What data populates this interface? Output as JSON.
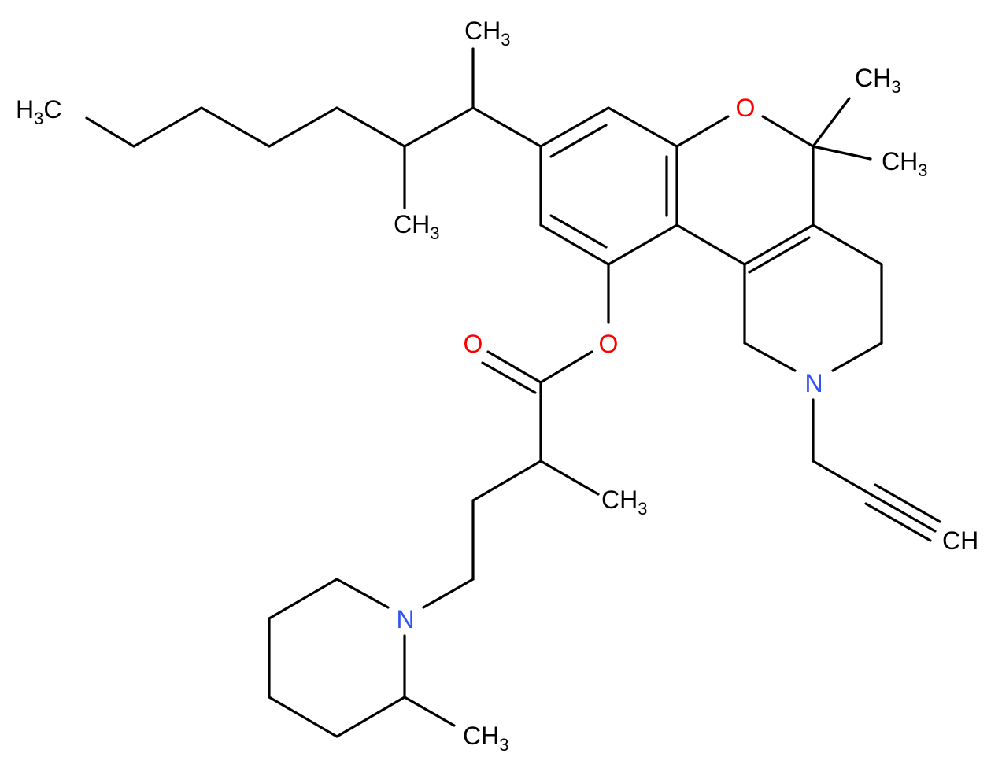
{
  "colors": {
    "bond": "#000000",
    "carbon": "#000000",
    "oxygen": "#ff0000",
    "nitrogen": "#3050f8"
  },
  "atoms": {
    "me_top": {
      "main": "CH",
      "sub": "3",
      "color": "#000000"
    },
    "me_hex": {
      "main": "H",
      "sub": "3",
      "tail": "C",
      "color": "#000000"
    },
    "me_branch": {
      "main": "CH",
      "sub": "3",
      "color": "#000000"
    },
    "o_ring": {
      "main": "O",
      "color": "#ff0000"
    },
    "me_gem1": {
      "main": "CH",
      "sub": "3",
      "color": "#000000"
    },
    "me_gem2": {
      "main": "CH",
      "sub": "3",
      "color": "#000000"
    },
    "o_ester": {
      "main": "O",
      "color": "#ff0000"
    },
    "o_carbonyl": {
      "main": "O",
      "color": "#ff0000"
    },
    "n_ring": {
      "main": "N",
      "color": "#3050f8"
    },
    "me_alpha": {
      "main": "CH",
      "sub": "3",
      "color": "#000000"
    },
    "ch_alkyne": {
      "main": "CH",
      "color": "#000000"
    },
    "n_pip": {
      "main": "N",
      "color": "#3050f8"
    },
    "me_pip": {
      "main": "CH",
      "sub": "3",
      "color": "#000000"
    }
  }
}
